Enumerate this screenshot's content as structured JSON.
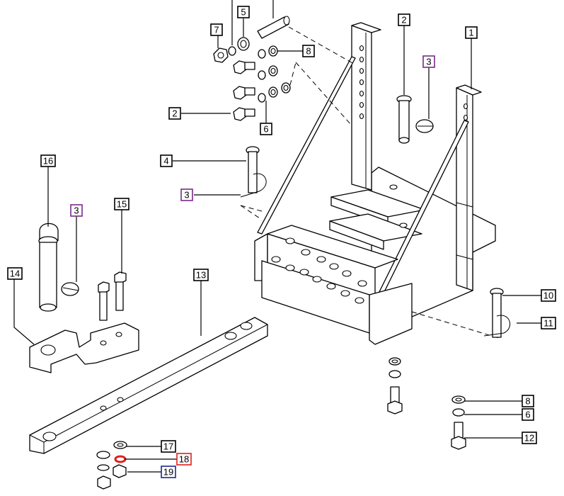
{
  "callouts": [
    {
      "id": "c-7-top",
      "label": "7"
    },
    {
      "id": "c-5-top",
      "label": "5"
    },
    {
      "id": "c-8-top",
      "label": "8"
    },
    {
      "id": "c-2-bolt",
      "label": "2"
    },
    {
      "id": "c-6-top",
      "label": "6"
    },
    {
      "id": "c-2-pin",
      "label": "2"
    },
    {
      "id": "c-3-pin",
      "label": "3"
    },
    {
      "id": "c-1",
      "label": "1"
    },
    {
      "id": "c-4",
      "label": "4"
    },
    {
      "id": "c-3-left",
      "label": "3"
    },
    {
      "id": "c-16",
      "label": "16"
    },
    {
      "id": "c-3-mid",
      "label": "3"
    },
    {
      "id": "c-15",
      "label": "15"
    },
    {
      "id": "c-14",
      "label": "14"
    },
    {
      "id": "c-13",
      "label": "13"
    },
    {
      "id": "c-10",
      "label": "10"
    },
    {
      "id": "c-11",
      "label": "11"
    },
    {
      "id": "c-8-bottom",
      "label": "8"
    },
    {
      "id": "c-6-bottom",
      "label": "6"
    },
    {
      "id": "c-12",
      "label": "12"
    },
    {
      "id": "c-17",
      "label": "17"
    },
    {
      "id": "c-18",
      "label": "18"
    },
    {
      "id": "c-19",
      "label": "19"
    }
  ],
  "colors": {
    "line": "#000000",
    "callout_purple": "#7a2a8a",
    "callout_red": "#e0201c",
    "callout_blue": "#1a2a8a",
    "highlight_washer": "#e0201c"
  }
}
